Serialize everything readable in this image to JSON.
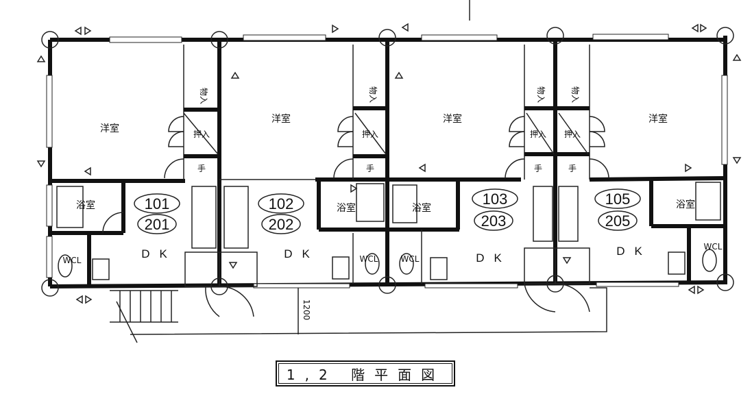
{
  "title": "1,2 階平面図",
  "dimension": "1200",
  "units": [
    {
      "upper": "101",
      "lower": "201",
      "western_room": "洋室",
      "bath": "浴室",
      "toilet": "WCL",
      "dk": "DK",
      "closet": "押入",
      "storage": "物入",
      "shoe": "手"
    },
    {
      "upper": "102",
      "lower": "202",
      "western_room": "洋室",
      "bath": "浴室",
      "toilet": "WCL",
      "dk": "DK",
      "closet": "押入",
      "storage": "物入",
      "shoe": "手"
    },
    {
      "upper": "103",
      "lower": "203",
      "western_room": "洋室",
      "bath": "浴室",
      "toilet": "WCL",
      "dk": "DK",
      "closet": "押入",
      "storage": "物入",
      "shoe": "手"
    },
    {
      "upper": "105",
      "lower": "205",
      "western_room": "洋室",
      "bath": "浴室",
      "toilet": "WCL",
      "dk": "DK",
      "closet": "押入",
      "storage": "物入",
      "shoe": "手"
    }
  ]
}
